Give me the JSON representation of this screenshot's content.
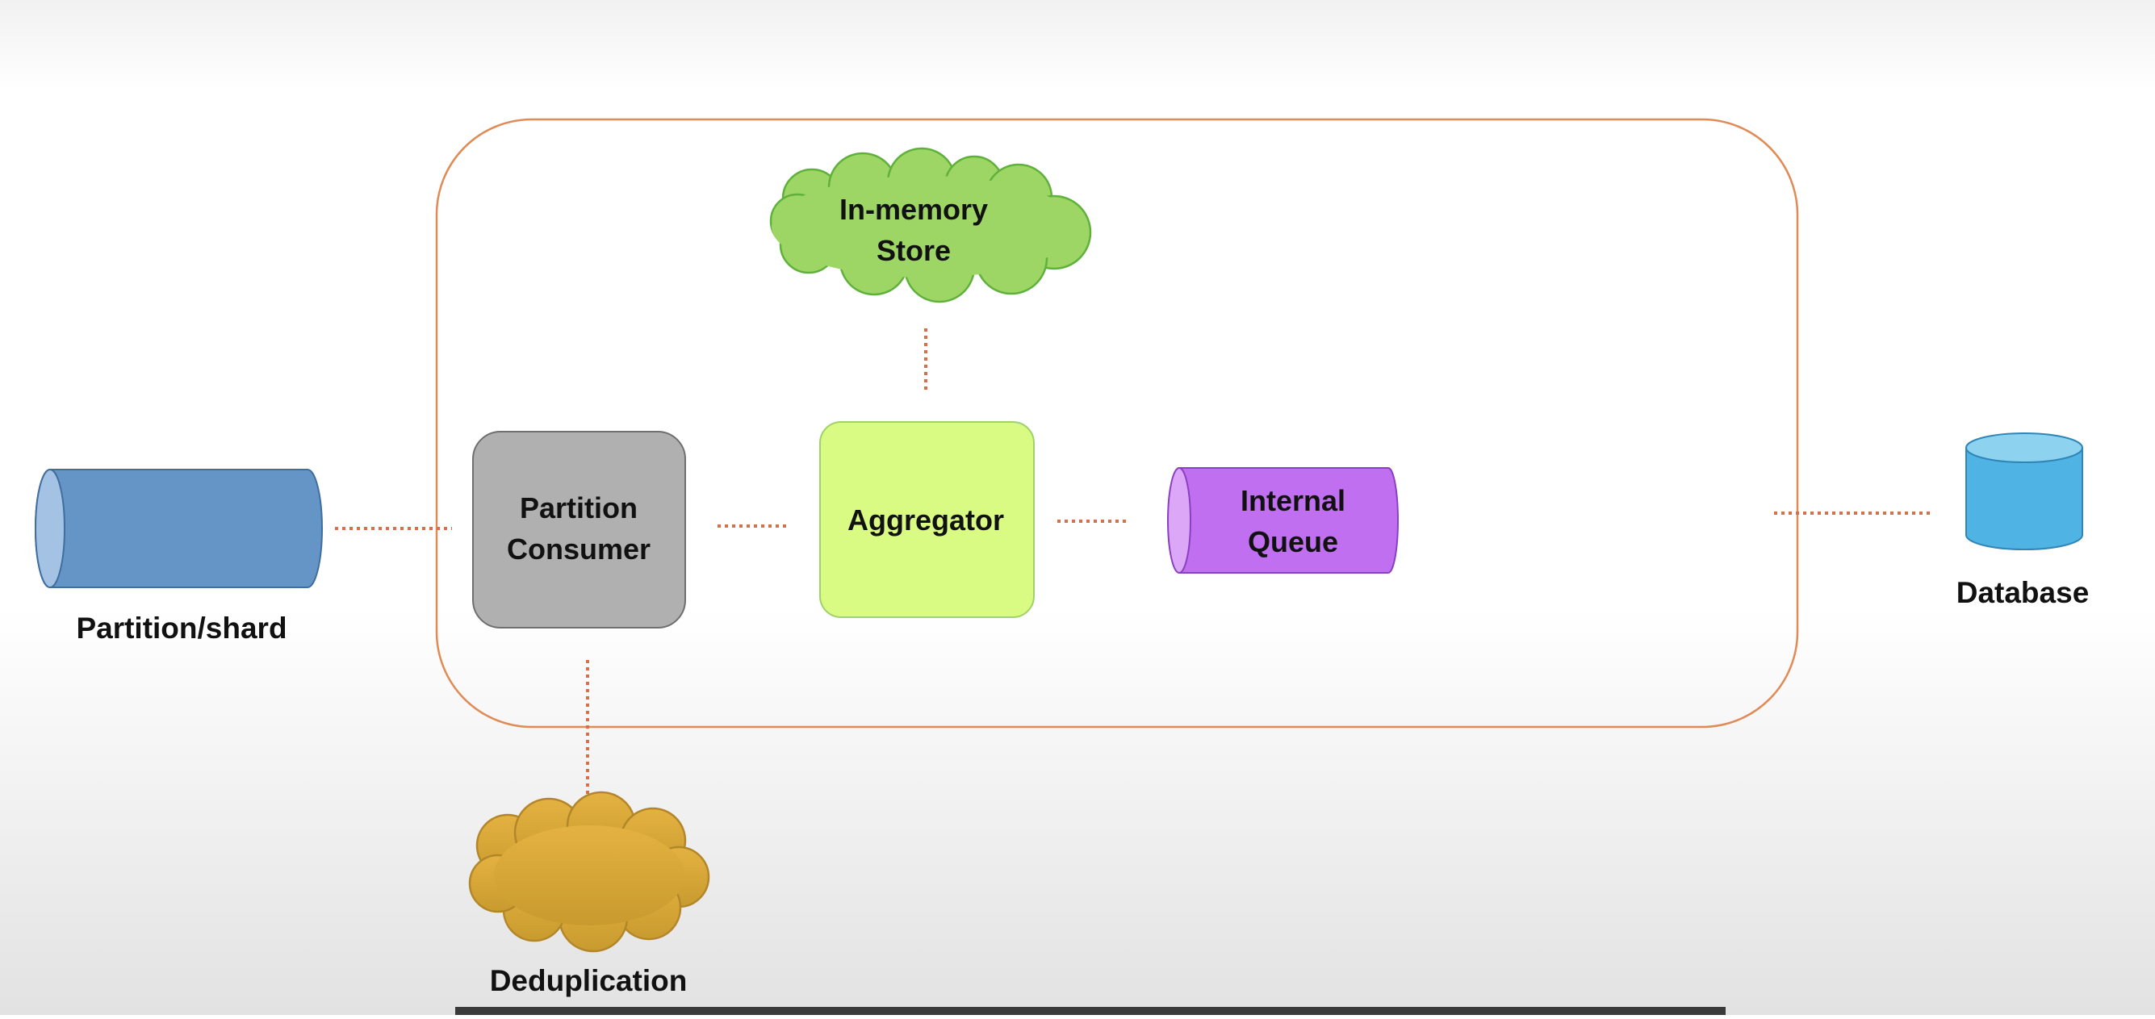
{
  "diagram": {
    "nodes": {
      "partition_shard": {
        "label": "Partition/shard",
        "fill": "#6594c7",
        "end_fill": "#a4c2e3",
        "stroke": "#3f6e9f"
      },
      "partition_consumer": {
        "line1": "Partition",
        "line2": "Consumer",
        "fill": "#b0b0b0",
        "stroke": "#6f6f6f"
      },
      "aggregator": {
        "label": "Aggregator",
        "fill": "#d9fb84",
        "stroke": "#9ed26a"
      },
      "internal_queue": {
        "line1": "Internal",
        "line2": "Queue",
        "fill": "#bf6ff0",
        "end_fill": "#dca7f6",
        "stroke": "#8a3fc4"
      },
      "in_memory_store": {
        "line1": "In-memory",
        "line2": "Store",
        "fill": "#9dd665",
        "stroke": "#5fb13c"
      },
      "deduplication": {
        "label": "Deduplication",
        "fill": "#d8aa3b",
        "stroke": "#b3862a"
      },
      "database": {
        "label": "Database",
        "fill": "#4fb3e4",
        "top_fill": "#8dd2ef",
        "stroke": "#2f86b7"
      }
    },
    "container_stroke": "#e08a55",
    "connector_color": "#d4704a"
  }
}
